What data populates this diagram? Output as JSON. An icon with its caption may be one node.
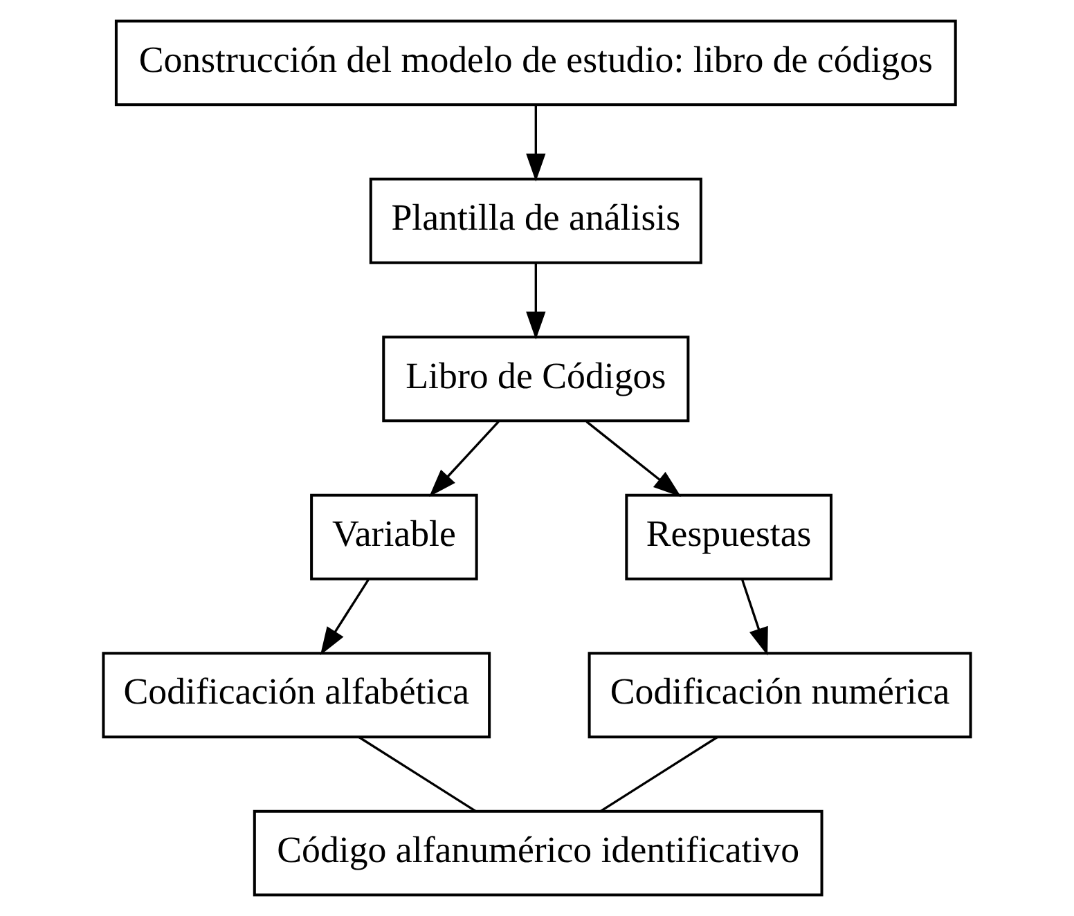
{
  "diagram": {
    "nodes": [
      {
        "text": [
          "Construcción del modelo de estudio: libro de códigos"
        ]
      },
      {
        "text": [
          "Plantilla de análisis"
        ]
      },
      {
        "text": [
          "Libro de Códigos"
        ]
      },
      {
        "text": [
          "Variable"
        ]
      },
      {
        "text": [
          "Respuestas"
        ]
      },
      {
        "text": [
          "Codificación alfabética"
        ]
      },
      {
        "text": [
          "Codificación numérica"
        ]
      },
      {
        "text": [
          "Código alfanumérico identificativo"
        ]
      }
    ],
    "edges": [
      {
        "from": 0,
        "to": 1,
        "arrow": "to"
      },
      {
        "from": 1,
        "to": 2,
        "arrow": "to"
      },
      {
        "from": 2,
        "to": 3,
        "arrow": "to"
      },
      {
        "from": 2,
        "to": 4,
        "arrow": "to"
      },
      {
        "from": 3,
        "to": 5,
        "arrow": "to"
      },
      {
        "from": 4,
        "to": 6,
        "arrow": "to"
      },
      {
        "from": 5,
        "to": 7,
        "arrow": "none"
      },
      {
        "from": 6,
        "to": 7,
        "arrow": "none"
      }
    ]
  }
}
